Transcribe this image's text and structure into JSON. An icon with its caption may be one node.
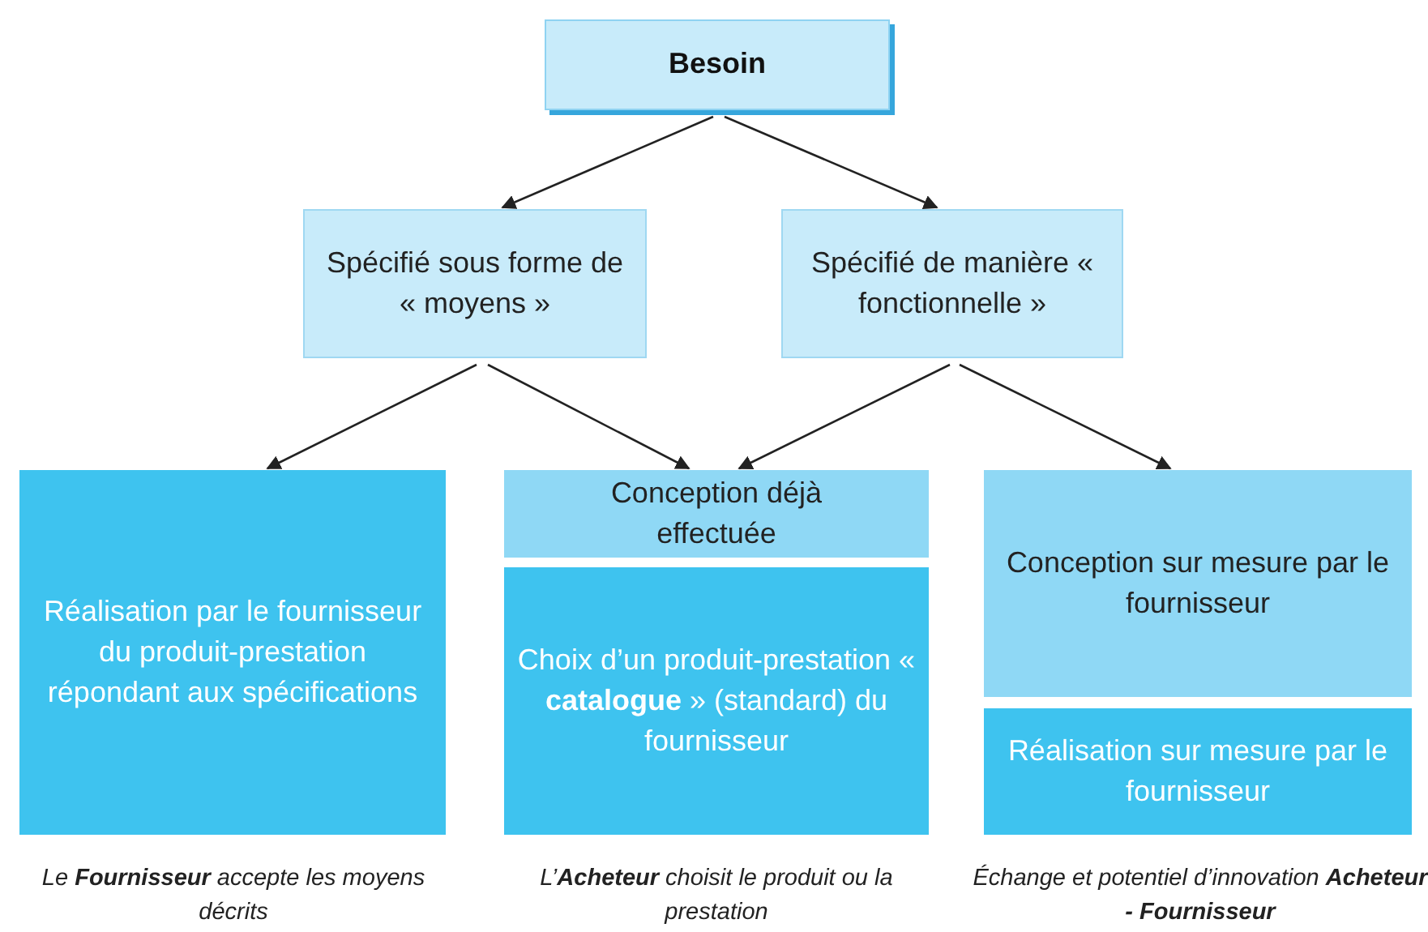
{
  "diagram": {
    "nodes": [
      {
        "text": [
          "Besoin"
        ]
      },
      {
        "text": [
          "Spécifié sous forme de « moyens »"
        ]
      },
      {
        "text": [
          "Spécifié de manière « fonctionnelle »"
        ]
      },
      {
        "text": [
          "Réalisation par le fournisseur du produit-prestation répondant aux spécifications"
        ],
        "beside": [
          "Le **Fournisseur** accepte les moyens décrits"
        ]
      },
      {
        "text": [
          "Conception déjà effectuée"
        ]
      },
      {
        "text": [
          "Choix d’un produit-prestation « **catalogue** » (standard) du fournisseur"
        ],
        "beside": [
          "L’**Acheteur** choisit le produit ou la prestation"
        ]
      },
      {
        "text": [
          "Conception sur mesure par le fournisseur"
        ]
      },
      {
        "text": [
          "Réalisation sur mesure par le fournisseur"
        ],
        "beside": [
          "Échange et potentiel d’innovation **Acheteur - Fournisseur**"
        ]
      }
    ],
    "edges": [
      {
        "from": 0,
        "to": 1,
        "arrow": "to"
      },
      {
        "from": 0,
        "to": 2,
        "arrow": "to"
      },
      {
        "from": 1,
        "to": 3,
        "arrow": "to"
      },
      {
        "from": 1,
        "to": 4,
        "arrow": "to"
      },
      {
        "from": 2,
        "to": 4,
        "arrow": "to"
      },
      {
        "from": 2,
        "to": 6,
        "arrow": "to"
      }
    ]
  }
}
